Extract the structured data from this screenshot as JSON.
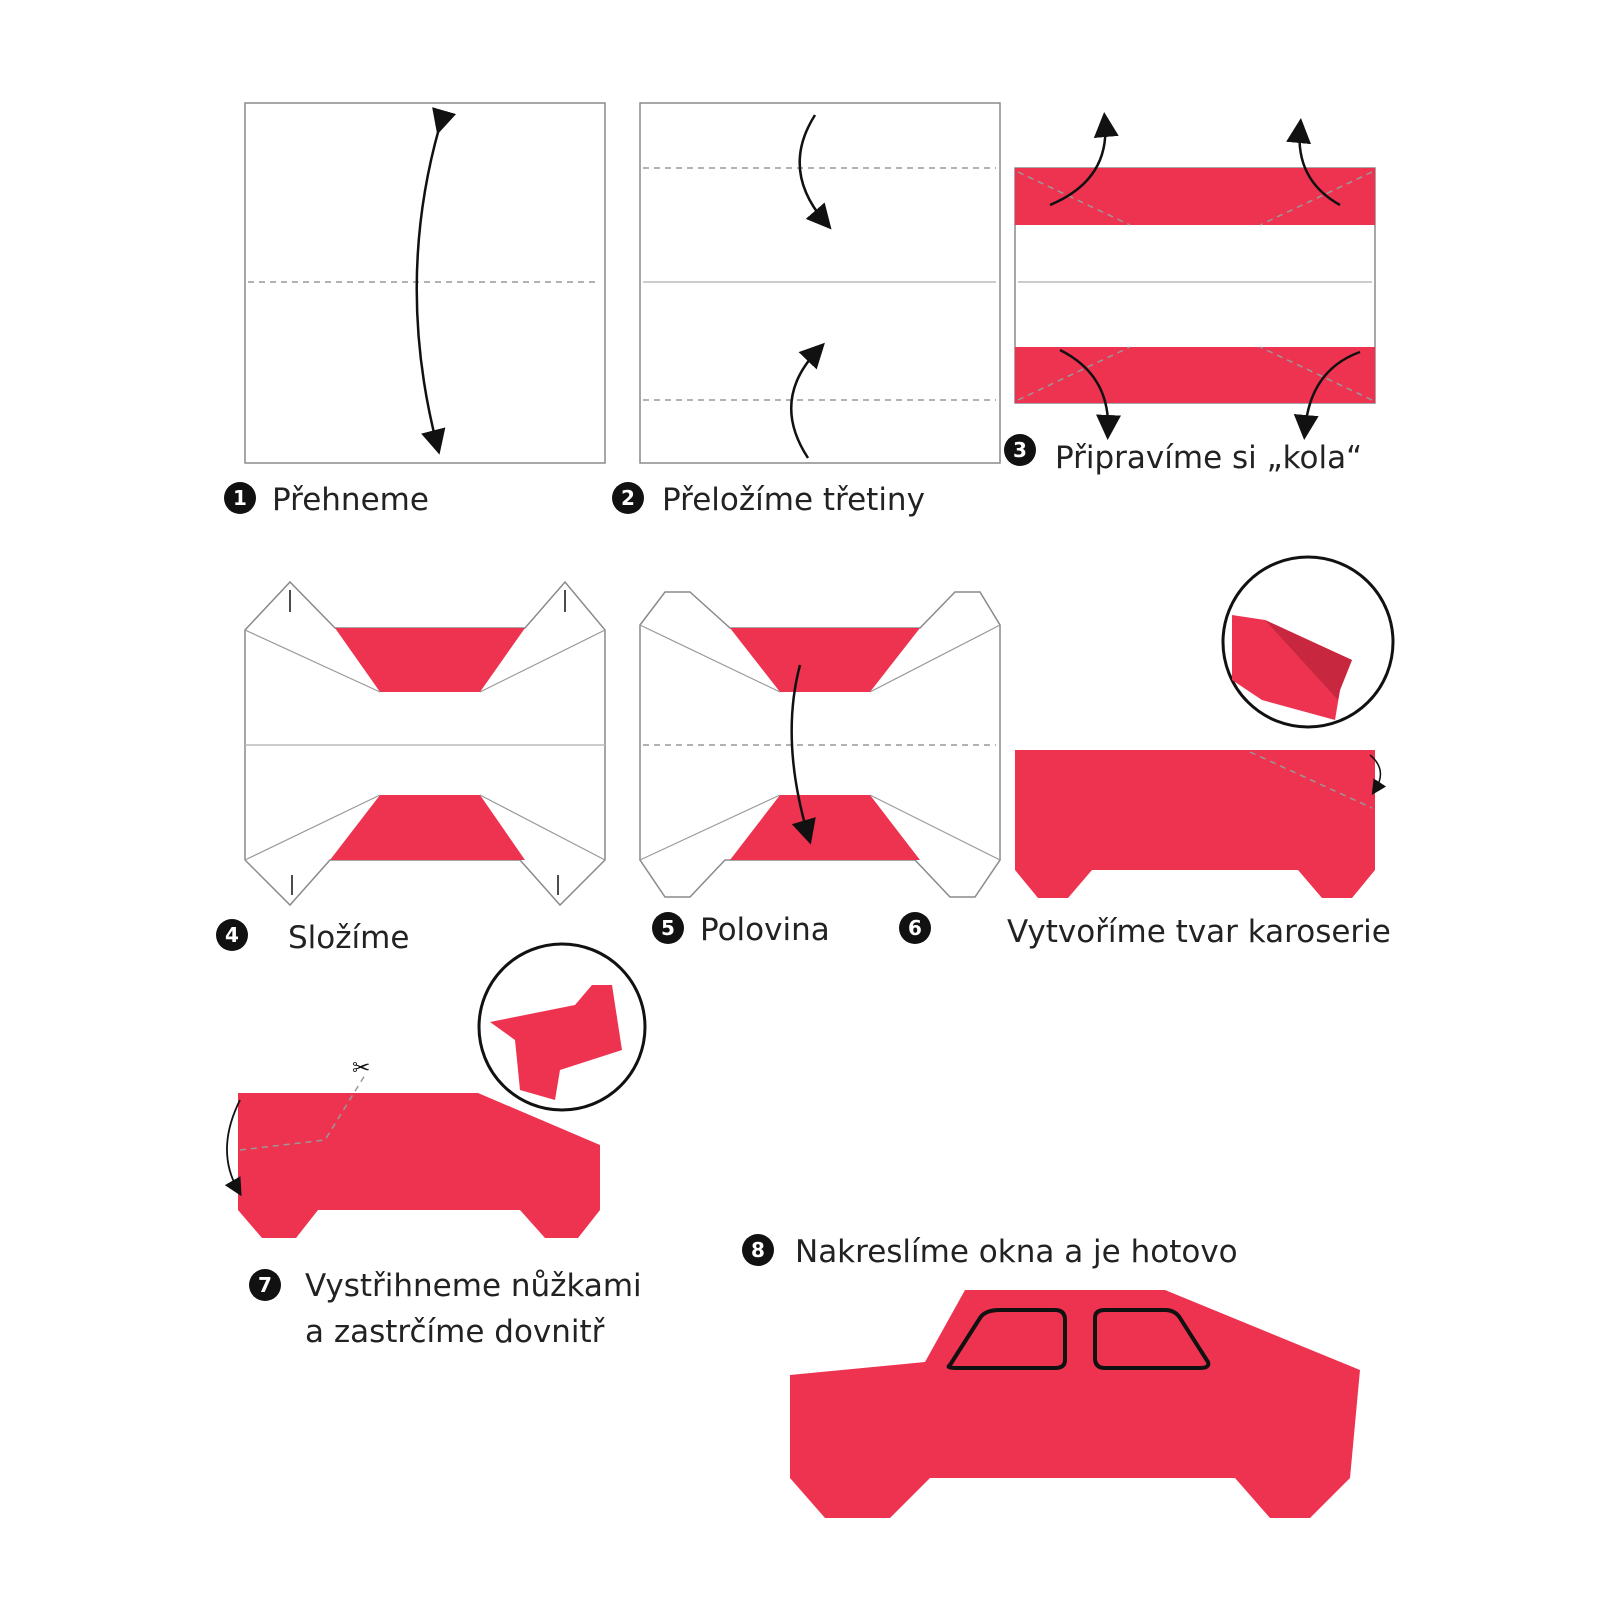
{
  "colors": {
    "paper_red": "#ee3350",
    "outline": "#8a8a8a",
    "ink": "#111111"
  },
  "steps": [
    {
      "number": "1",
      "label": "Přehneme"
    },
    {
      "number": "2",
      "label": "Přeložíme třetiny"
    },
    {
      "number": "3",
      "label": "Připravíme si „kola“"
    },
    {
      "number": "4",
      "label": "Složíme"
    },
    {
      "number": "5",
      "label": "Polovina"
    },
    {
      "number": "6",
      "label": "Vytvoříme tvar karoserie"
    },
    {
      "number": "7",
      "label": "Vystřihneme nůžkami",
      "label_line2": "a zastrčíme dovnitř"
    },
    {
      "number": "8",
      "label": "Nakreslíme okna a je hotovo"
    }
  ]
}
